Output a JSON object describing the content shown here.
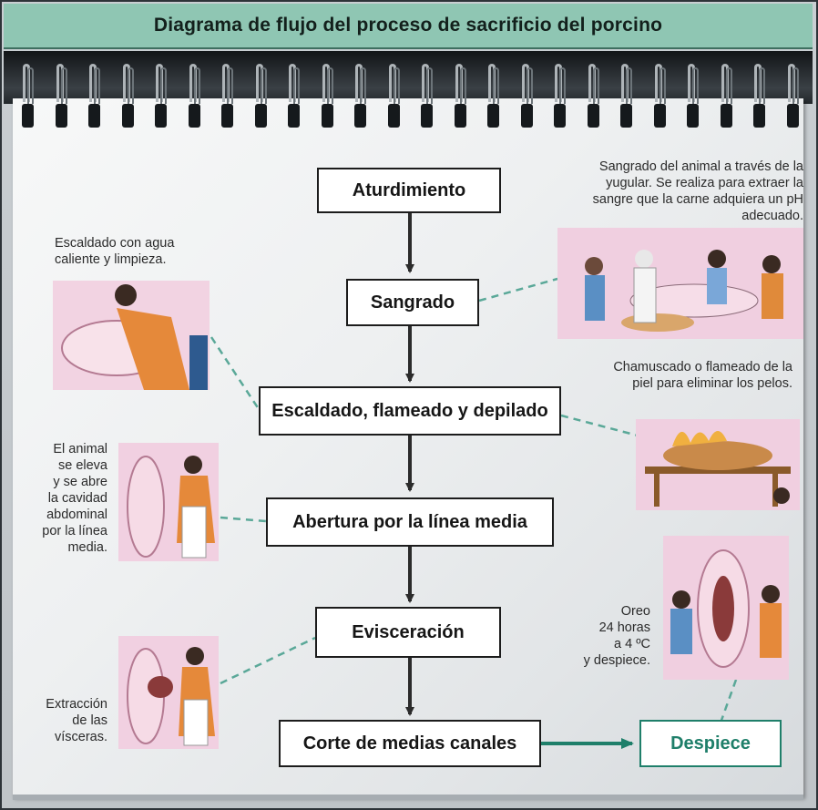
{
  "title": "Diagrama de flujo del proceso de sacrificio del porcino",
  "steps": {
    "s1": "Aturdimiento",
    "s2": "Sangrado",
    "s3": "Escaldado, flameado y depilado",
    "s4": "Abertura por la línea media",
    "s5": "Evisceración",
    "s6": "Corte de medias canales",
    "s7": "Despiece"
  },
  "notes": {
    "sangrado": [
      "Sangrado del animal a través de la",
      "yugular. Se realiza para extraer la",
      "sangre  que la carne adquiera un pH",
      "adecuado."
    ],
    "escaldado": [
      "Escaldado con agua",
      "caliente y limpieza."
    ],
    "chamuscado": [
      "Chamuscado o flameado de la",
      "piel para eliminar los pelos."
    ],
    "abertura": [
      "El animal",
      "se eleva",
      "y se abre",
      "la cavidad",
      "abdominal",
      "por la línea",
      "media."
    ],
    "oreo": [
      "Oreo",
      "24 horas",
      "a 4 ºC",
      "y despiece."
    ],
    "extraccion": [
      "Extracción",
      "de las",
      "vísceras."
    ]
  },
  "colors": {
    "accent": "#1f7f6a",
    "title_bg": "#8fc6b3",
    "dashed": "#5aa898"
  }
}
